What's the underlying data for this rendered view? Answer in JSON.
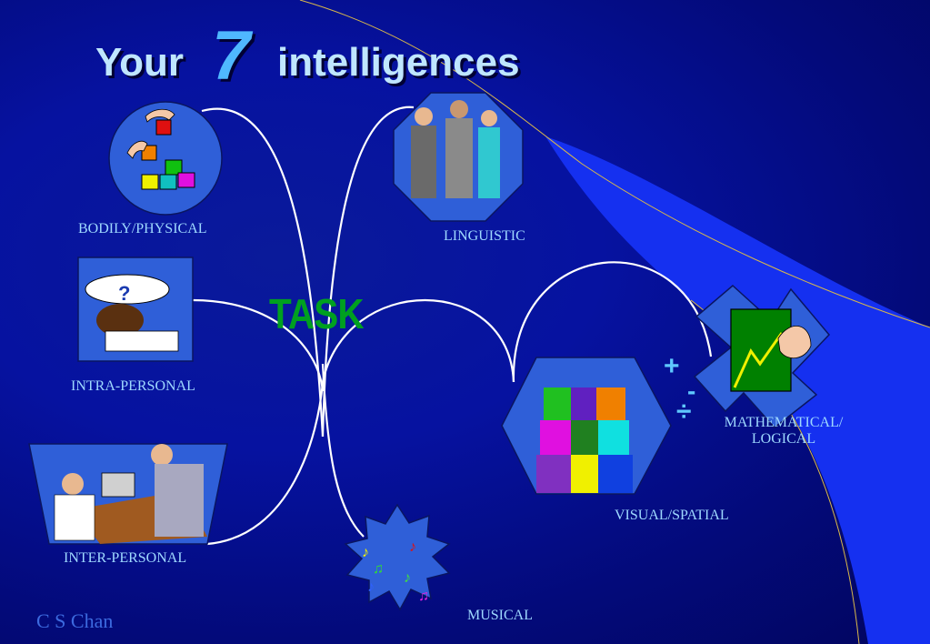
{
  "title": {
    "word1": "Your",
    "number": "7",
    "word2": "intelligences"
  },
  "center_label": "TASK",
  "intelligences": [
    {
      "key": "bodily",
      "label": "BODILY/PHYSICAL"
    },
    {
      "key": "linguistic",
      "label": "LINGUISTIC"
    },
    {
      "key": "intra",
      "label": "INTRA-PERSONAL"
    },
    {
      "key": "inter",
      "label": "INTER-PERSONAL"
    },
    {
      "key": "musical",
      "label": "MUSICAL"
    },
    {
      "key": "visual",
      "label": "VISUAL/SPATIAL"
    },
    {
      "key": "math",
      "label_line1": "MATHEMATICAL/",
      "label_line2": "LOGICAL"
    }
  ],
  "math_symbols": {
    "plus": "+",
    "minus": "-",
    "divide": "÷"
  },
  "author": "C S Chan",
  "colors": {
    "background": "#0612a0",
    "accent_wedge": "#1530f0",
    "label_text": "#9fd9ff",
    "task_text": "#00a020",
    "shape_fill": "#2f5fd8"
  }
}
